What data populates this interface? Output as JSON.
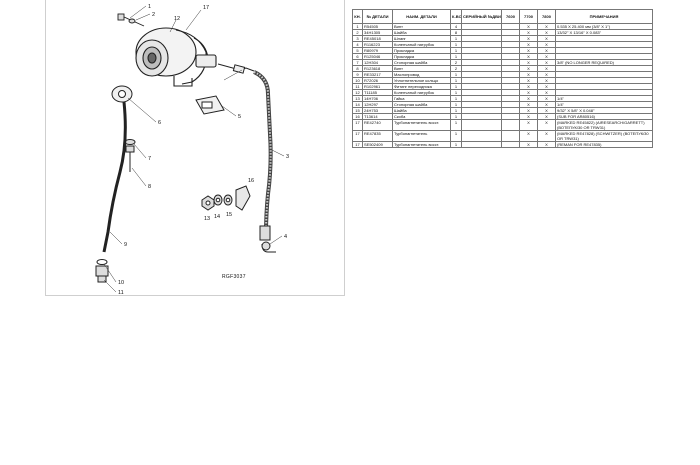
{
  "diagram": {
    "ref_code": "RGF3037",
    "callouts": [
      "1",
      "2",
      "3",
      "4",
      "5",
      "6",
      "7",
      "8",
      "9",
      "10",
      "11",
      "12",
      "13",
      "14",
      "15",
      "16",
      "17"
    ]
  },
  "table": {
    "caption": "",
    "headers": [
      "КН.",
      "№ ДЕТАЛИ",
      "НАИМ. ДЕТАЛИ",
      "К-ВО",
      "СЕРИЙНЫЙ №ДВИГАТЕЛЯ",
      "7600",
      "7700",
      "7800",
      "ПРИМЕЧАНИЯ"
    ],
    "rows": [
      {
        "kn": "1",
        "part": "R54505",
        "name": "Винт",
        "qty": "4",
        "serial": "",
        "c7600": "",
        "c7700": "X",
        "c7800": "X",
        "note": "0.535 X 25.400 мм (3/8\" X 1\")"
      },
      {
        "kn": "2",
        "part": "34H1305",
        "name": "Шайба",
        "qty": "8",
        "serial": "",
        "c7600": "",
        "c7700": "X",
        "c7800": "X",
        "note": "13/32\" X 13/16\" X 0.083\""
      },
      {
        "kn": "3",
        "part": "RE45018",
        "name": "Шланг",
        "qty": "1",
        "serial": "",
        "c7600": "",
        "c7700": "X",
        "c7800": "X",
        "note": ""
      },
      {
        "kn": "4",
        "part": "R116223",
        "name": "Коленчатый патрубок",
        "qty": "1",
        "serial": "",
        "c7600": "",
        "c7700": "X",
        "c7800": "X",
        "note": ""
      },
      {
        "kn": "5",
        "part": "R80979",
        "name": "Прокладка",
        "qty": "1",
        "serial": "",
        "c7600": "",
        "c7700": "X",
        "c7800": "X",
        "note": ""
      },
      {
        "kn": "6",
        "part": "R125046",
        "name": "Прокладка",
        "qty": "1",
        "serial": "",
        "c7600": "",
        "c7700": "X",
        "c7800": "X",
        "note": ""
      },
      {
        "kn": "7",
        "part": "12H304",
        "name": "Стопорная шайба",
        "qty": "2",
        "serial": "",
        "c7600": "",
        "c7700": "X",
        "c7800": "X",
        "note": "3/8\" (NO LONGER REQUIRED)"
      },
      {
        "kn": "8",
        "part": "R123618",
        "name": "Винт",
        "qty": "2",
        "serial": "",
        "c7600": "",
        "c7700": "X",
        "c7800": "X",
        "note": ""
      },
      {
        "kn": "9",
        "part": "RE33217",
        "name": "Маслопровод",
        "qty": "1",
        "serial": "",
        "c7600": "",
        "c7700": "X",
        "c7800": "X",
        "note": ""
      },
      {
        "kn": "10",
        "part": "R72026",
        "name": "Уплотнительное кольцо",
        "qty": "1",
        "serial": "",
        "c7600": "",
        "c7700": "X",
        "c7800": "X",
        "note": ""
      },
      {
        "kn": "11",
        "part": "R102961",
        "name": "Фитинг переходника",
        "qty": "1",
        "serial": "",
        "c7600": "",
        "c7700": "X",
        "c7800": "X",
        "note": ""
      },
      {
        "kn": "12",
        "part": "T11185",
        "name": "Коленчатый патрубок",
        "qty": "1",
        "serial": "",
        "c7600": "",
        "c7700": "X",
        "c7800": "X",
        "note": ""
      },
      {
        "kn": "13",
        "part": "14H706",
        "name": "Гайка",
        "qty": "1",
        "serial": "",
        "c7600": "",
        "c7700": "X",
        "c7800": "X",
        "note": "1/4\""
      },
      {
        "kn": "14",
        "part": "12H297",
        "name": "Стопорная шайба",
        "qty": "1",
        "serial": "",
        "c7600": "",
        "c7700": "X",
        "c7800": "X",
        "note": "1/4\""
      },
      {
        "kn": "15",
        "part": "24H753",
        "name": "Шайба",
        "qty": "1",
        "serial": "",
        "c7600": "",
        "c7700": "X",
        "c7800": "X",
        "note": "9/32\" X 5/8\" X 0.048\""
      },
      {
        "kn": "16",
        "part": "T13614",
        "name": "Скоба",
        "qty": "1",
        "serial": "",
        "c7600": "",
        "c7700": "X",
        "c7800": "X",
        "note": "(SUB FOR AR80516)"
      },
      {
        "kn": "17",
        "part": "RE42740",
        "name": "Турбонагнетатель восст.",
        "qty": "1",
        "serial": "",
        "c7600": "",
        "c7700": "X",
        "c7800": "X",
        "note": "(MARKED RE45822) (AIRESEARCH/GARRETT) (ВОТЕПУК/30 OR TRW31)"
      },
      {
        "kn": "17",
        "part": "RE47835",
        "name": "Турбонагнетатель",
        "qty": "1",
        "serial": "",
        "c7600": "",
        "c7700": "X",
        "c7800": "X",
        "note": "(MARKED RE47828) (SCHWITZER) (ВОТЕПУК/30 OR TRW31)"
      },
      {
        "kn": "17",
        "part": "SE502409",
        "name": "Турбонагнетатель восст.",
        "qty": "1",
        "serial": "",
        "c7600": "",
        "c7700": "X",
        "c7800": "X",
        "note": "(REMAN FOR RE47835)"
      }
    ]
  }
}
